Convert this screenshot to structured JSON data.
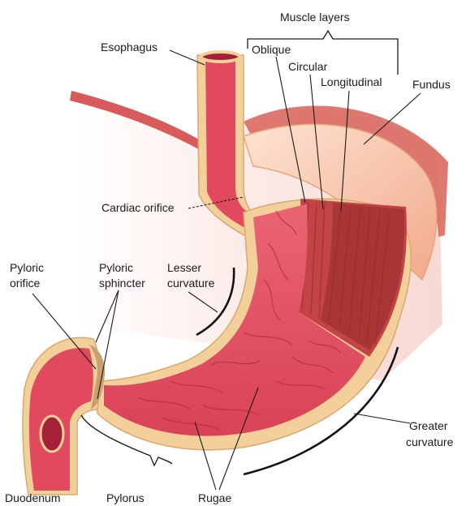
{
  "labels": {
    "muscle_layers": "Muscle layers",
    "esophagus": "Esophagus",
    "oblique": "Oblique",
    "circular": "Circular",
    "longitudinal": "Longitudinal",
    "fundus": "Fundus",
    "cardiac_orifice": "Cardiac orifice",
    "pyloric_orifice_1": "Pyloric",
    "pyloric_orifice_2": "orifice",
    "pyloric_sphincter_1": "Pyloric",
    "pyloric_sphincter_2": "sphincter",
    "lesser_curvature_1": "Lesser",
    "lesser_curvature_2": "curvature",
    "greater_curvature_1": "Greater",
    "greater_curvature_2": "curvature",
    "duodenum": "Duodenum",
    "pylorus": "Pylorus",
    "rugae": "Rugae"
  },
  "colors": {
    "mucosa": "#e04a5c",
    "mucosa_light": "#ee7f8c",
    "wall_tan": "#f3cf9a",
    "muscle_dark": "#b83a3a",
    "muscle_mid": "#cf5450",
    "fundus_peach": "#f7c7a4",
    "background_pink": "#fbe3df"
  }
}
